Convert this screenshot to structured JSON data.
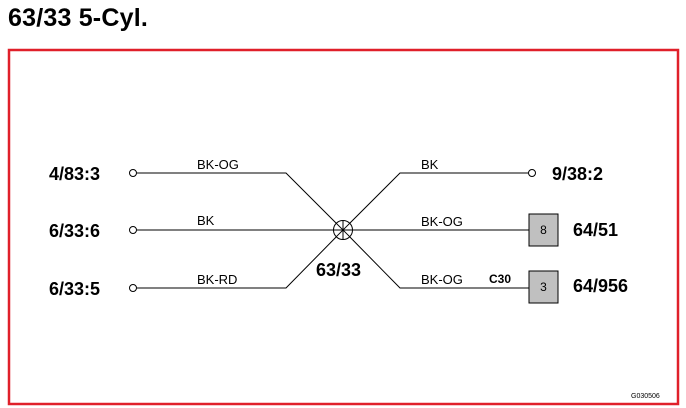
{
  "title": "63/33 5-Cyl.",
  "colors": {
    "frame": "#e0202a",
    "wire": "#000000",
    "terminal_fill": "#c0c0c0"
  },
  "splice": {
    "label": "63/33",
    "icon": "splice-crosshair-icon"
  },
  "left": [
    {
      "label": "4/83:3",
      "wire": "BK-OG",
      "end_icon": "open-circle-terminal-icon"
    },
    {
      "label": "6/33:6",
      "wire": "BK",
      "end_icon": "open-circle-terminal-icon"
    },
    {
      "label": "6/33:5",
      "wire": "BK-RD",
      "end_icon": "open-circle-terminal-icon"
    }
  ],
  "right": [
    {
      "label": "9/38:2",
      "wire": "BK",
      "end_icon": "open-circle-terminal-icon"
    },
    {
      "label": "64/51",
      "wire": "BK-OG",
      "pin": "8",
      "end_icon": "connector-pin-box-icon"
    },
    {
      "label": "64/956",
      "wire": "BK-OG",
      "pin": "3",
      "connector": "C30",
      "end_icon": "connector-pin-box-icon"
    }
  ],
  "figure_code": "G030506"
}
